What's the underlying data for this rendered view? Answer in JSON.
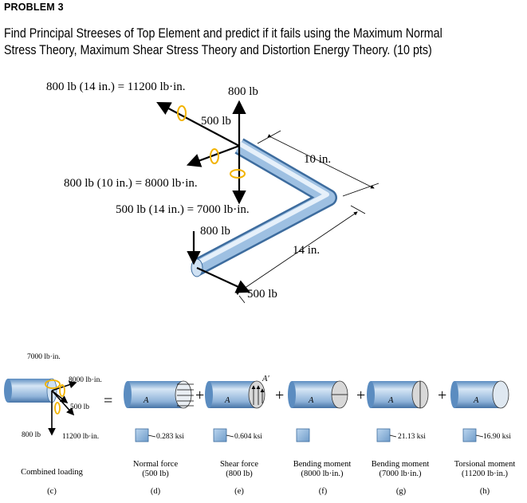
{
  "header": {
    "problem_label": "PROBLEM 3",
    "problem_line1": "Find Principal Streeses of Top Element and predict if it fails using the Maximum Normal",
    "problem_line2": "Stress Theory, Maximum Shear Stress Theory and Distortion Energy Theory. (10 pts)"
  },
  "main_figure": {
    "moment_800_14": "800 lb (14 in.) = 11200 lb·in.",
    "force_800_top": "800 lb",
    "force_500_top": "500 lb",
    "moment_800_10": "800 lb (10 in.) = 8000 lb·in.",
    "moment_500_14": "500 lb (14 in.) = 7000 lb·in.",
    "force_800_end": "800 lb",
    "force_500_end": "500 lb",
    "dim_10": "10 in.",
    "dim_14": "14 in."
  },
  "subfigures": {
    "c": {
      "moment_7000": "7000 lb·in.",
      "moment_8000": "8000 lb·in.",
      "force_500": "500 lb",
      "force_800": "800 lb",
      "moment_11200": "11200 lb·in.",
      "caption": "Combined loading",
      "letter": "(c)"
    },
    "d": {
      "stress": "0.283 ksi",
      "caption1": "Normal force",
      "caption2": "(500 lb)",
      "letter": "(d)",
      "A": "A"
    },
    "e": {
      "stress": "0.604 ksi",
      "caption1": "Shear force",
      "caption2": "(800 lb)",
      "letter": "(e)",
      "A": "A",
      "Aprime": "A′"
    },
    "f": {
      "caption1": "Bending moment",
      "caption2": "(8000 lb·in.)",
      "letter": "(f)",
      "A": "A"
    },
    "g": {
      "stress": "21.13 ksi",
      "caption1": "Bending moment",
      "caption2": "(7000 lb·in.)",
      "letter": "(g)",
      "A": "A"
    },
    "h": {
      "stress": "16.90 ksi",
      "caption1": "Torsional moment",
      "caption2": "(11200 lb·in.)",
      "letter": "(h)",
      "A": "A"
    },
    "equals": "=",
    "plus": "+"
  },
  "colors": {
    "pipe_light": "#dceaf7",
    "pipe_mid": "#8fb3d9",
    "pipe_dark": "#4d7fb3",
    "arrow_yellow": "#f2b300",
    "text": "#000000"
  }
}
